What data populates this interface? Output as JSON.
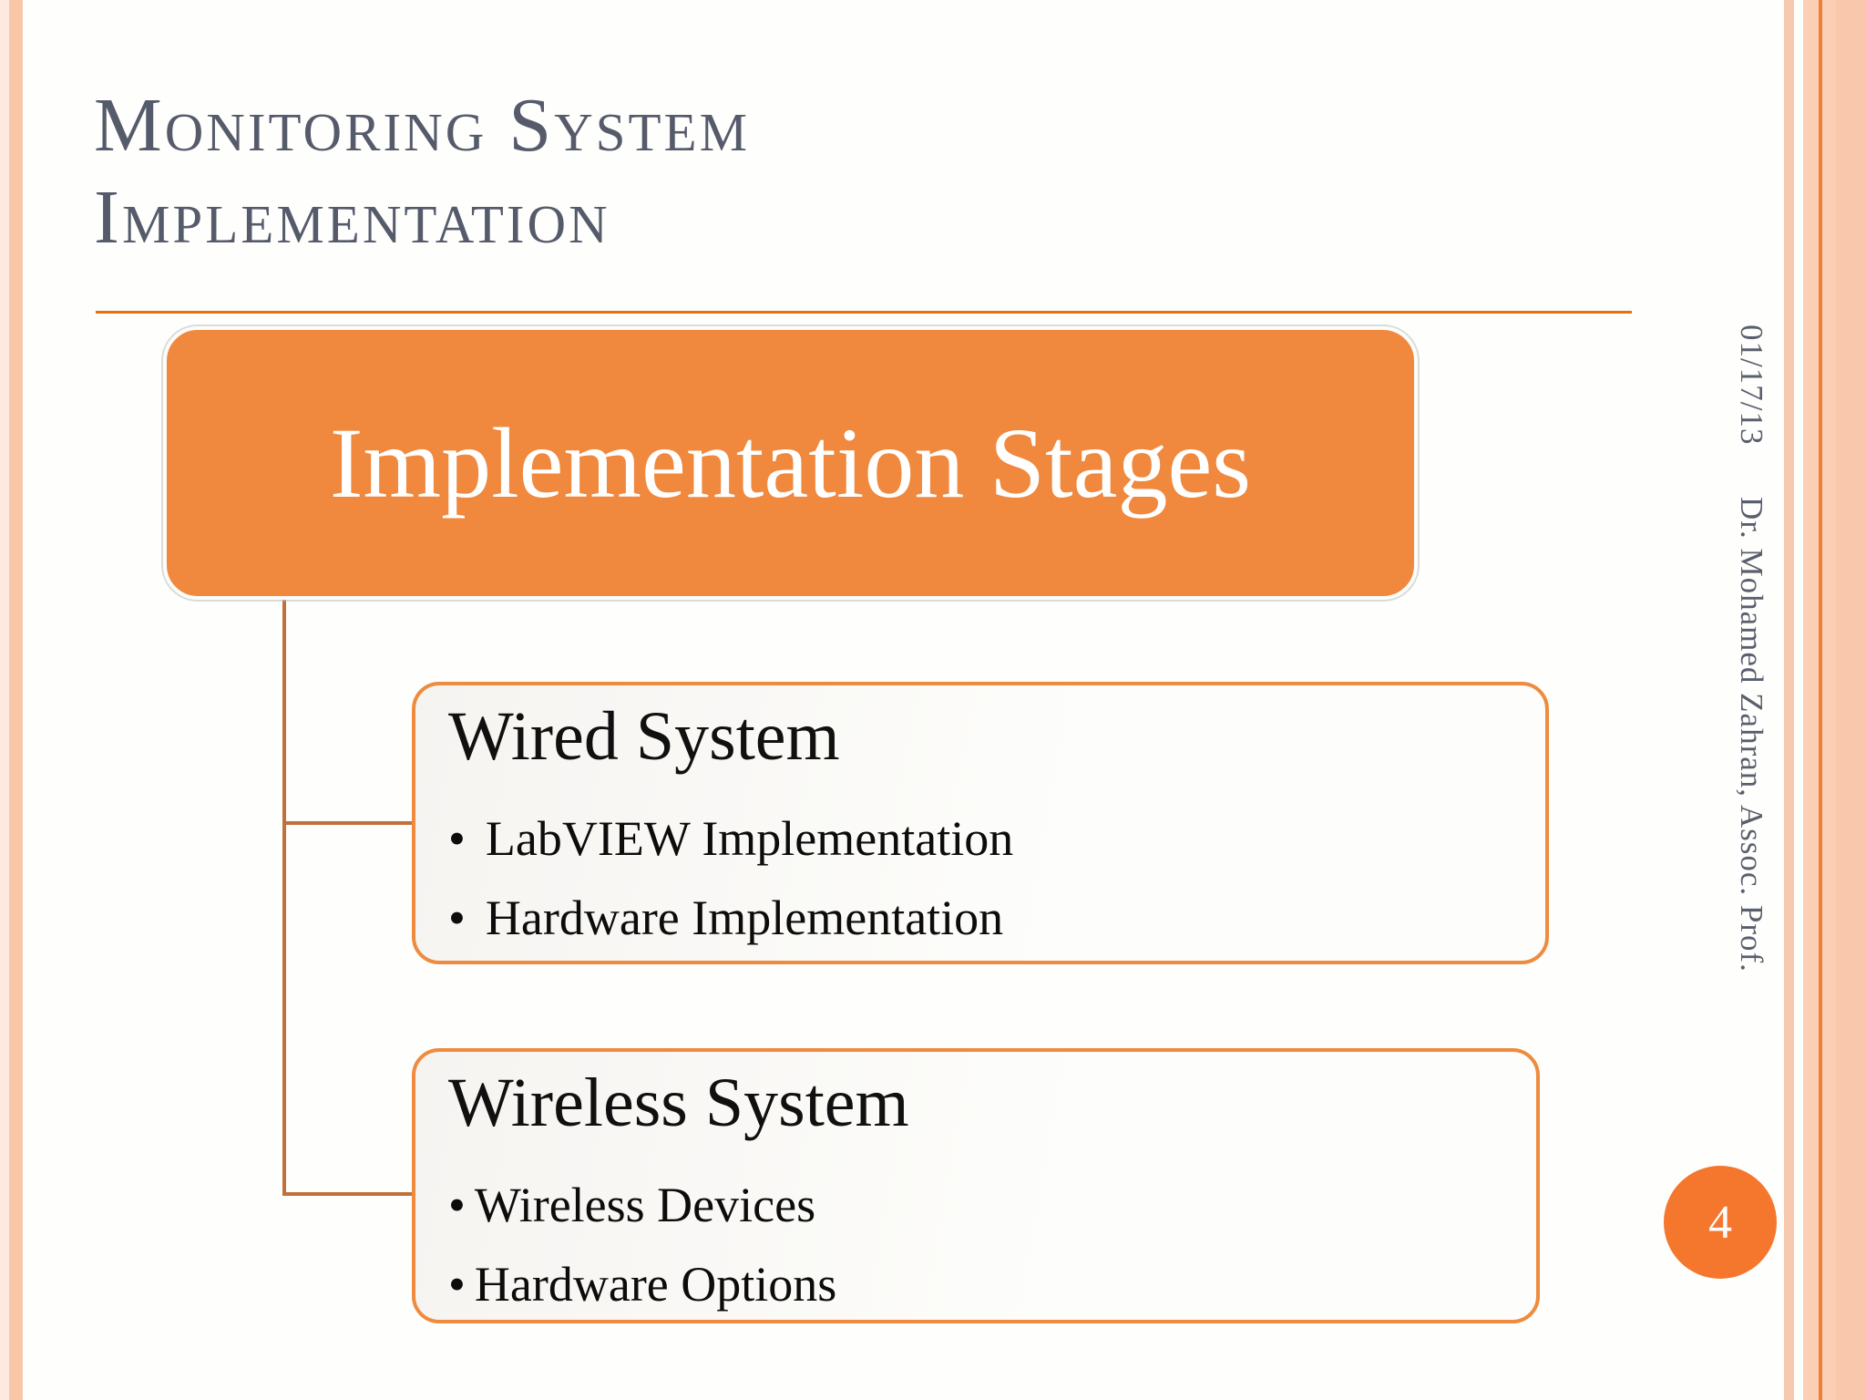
{
  "slide": {
    "title": "Monitoring System Implementation",
    "date": "01/17/13",
    "footer": "Dr. Mohamed Zahran, Assoc. Prof.",
    "page_number": "4",
    "bullet_char": "•"
  },
  "diagram": {
    "root": {
      "label": "Implementation Stages"
    },
    "children": [
      {
        "title": "Wired System",
        "bullets": [
          "LabVIEW Implementation",
          "Hardware Implementation"
        ]
      },
      {
        "title": "Wireless System",
        "bullets": [
          "Wireless Devices",
          "Hardware Options"
        ]
      }
    ]
  },
  "colors": {
    "root_box_fill": "#f0883e",
    "child_box_border": "#ee8b3f",
    "connector": "#c0703a",
    "title_rule": "#e8700c",
    "title_text": "#565b6b",
    "sidebar_text": "#5a5f6e",
    "page_badge": "#f5772e",
    "edge_stripe": "#f9c6a8",
    "edge_stripe_line": "#ee8036"
  }
}
